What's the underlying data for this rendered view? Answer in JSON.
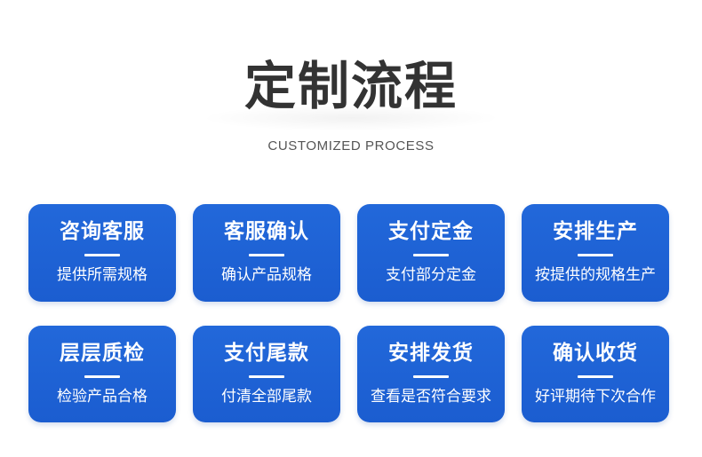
{
  "title": "定制流程",
  "subtitle": "CUSTOMIZED PROCESS",
  "colors": {
    "card": "#1e61d4",
    "title": "#333333",
    "subtitle": "#555555",
    "card_text": "#ffffff"
  },
  "steps": [
    {
      "title": "咨询客服",
      "desc": "提供所需规格"
    },
    {
      "title": "客服确认",
      "desc": "确认产品规格"
    },
    {
      "title": "支付定金",
      "desc": "支付部分定金"
    },
    {
      "title": "安排生产",
      "desc": "按提供的规格生产"
    },
    {
      "title": "层层质检",
      "desc": "检验产品合格"
    },
    {
      "title": "支付尾款",
      "desc": "付清全部尾款"
    },
    {
      "title": "安排发货",
      "desc": "查看是否符合要求"
    },
    {
      "title": "确认收货",
      "desc": "好评期待下次合作"
    }
  ]
}
